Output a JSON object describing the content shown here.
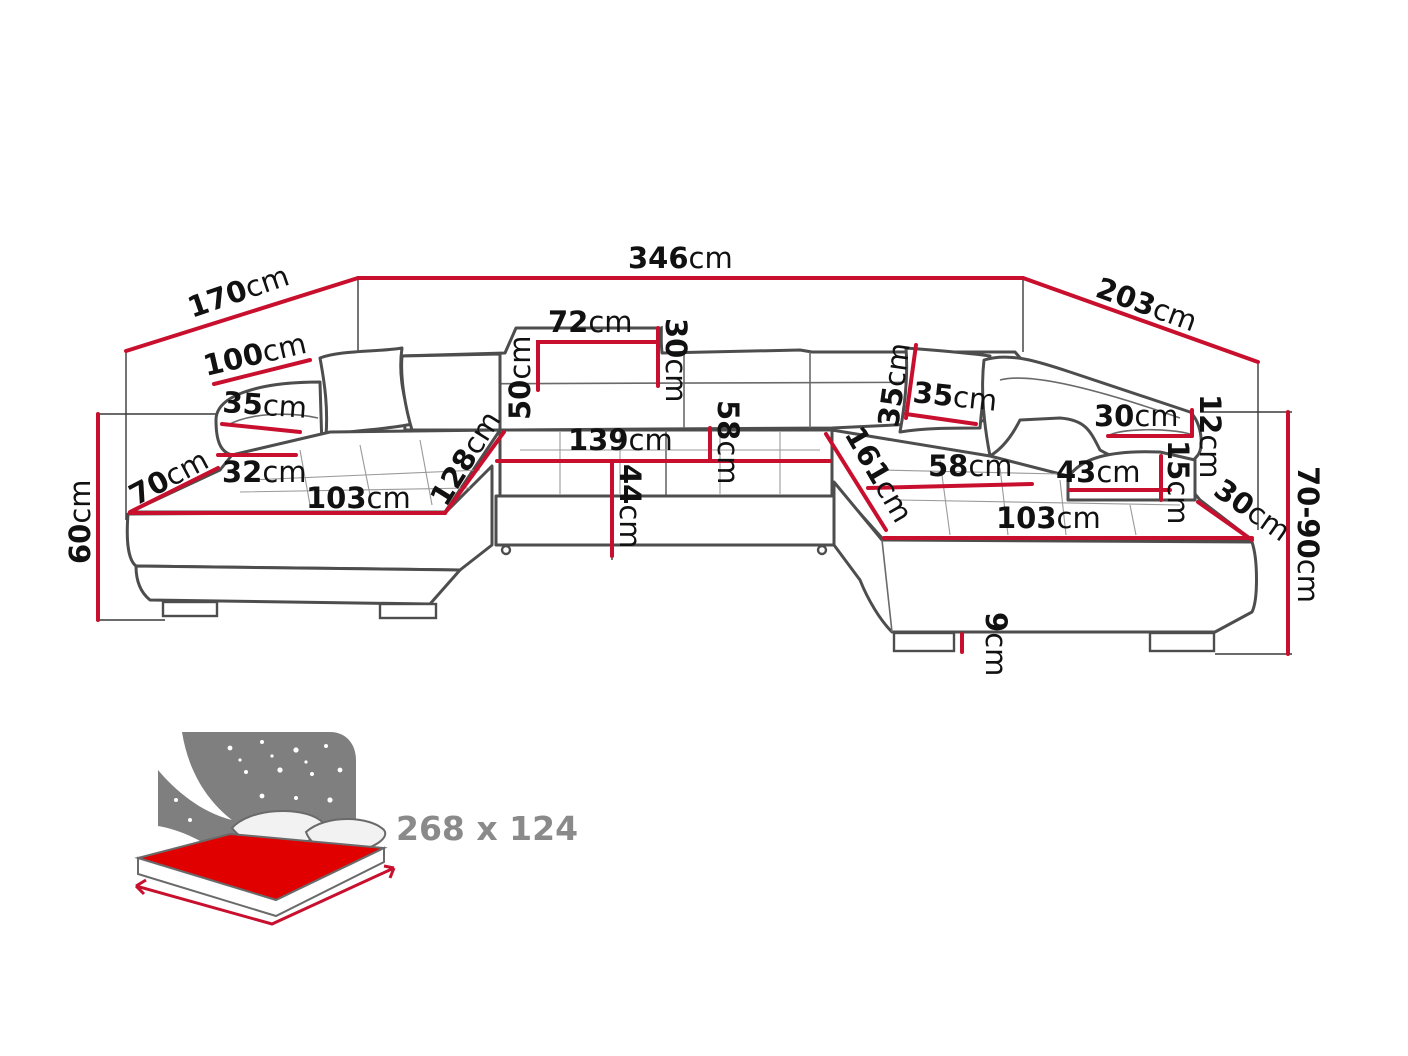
{
  "colors": {
    "dimension": "#c8102e",
    "outline": "#4d4d4d",
    "label": "#111111",
    "night_panel": "#7f7f7f",
    "mattress": "#e00000",
    "bed_text": "#8a8a8a"
  },
  "dimensions": {
    "overall_width": {
      "value": "346",
      "unit": "cm"
    },
    "left_depth": {
      "value": "170",
      "unit": "cm"
    },
    "right_depth": {
      "value": "203",
      "unit": "cm"
    },
    "left_armrest_length": {
      "value": "100",
      "unit": "cm"
    },
    "left_armrest_top": {
      "value": "35",
      "unit": "cm"
    },
    "left_armrest_width": {
      "value": "32",
      "unit": "cm"
    },
    "left_chaise_width": {
      "value": "70",
      "unit": "cm"
    },
    "left_seat_depth": {
      "value": "103",
      "unit": "cm"
    },
    "left_seat_diagonal": {
      "value": "128",
      "unit": "cm"
    },
    "left_height": {
      "value": "60",
      "unit": "cm"
    },
    "headrest_width": {
      "value": "72",
      "unit": "cm"
    },
    "headrest_height": {
      "value": "30",
      "unit": "cm"
    },
    "backrest_height": {
      "value": "50",
      "unit": "cm"
    },
    "middle_width": {
      "value": "139",
      "unit": "cm"
    },
    "middle_depth": {
      "value": "58",
      "unit": "cm"
    },
    "seat_height": {
      "value": "44",
      "unit": "cm"
    },
    "right_seat_diagonal": {
      "value": "161",
      "unit": "cm"
    },
    "right_cushion_height": {
      "value": "35",
      "unit": "cm"
    },
    "right_cushion_width": {
      "value": "35",
      "unit": "cm"
    },
    "right_seat_width": {
      "value": "58",
      "unit": "cm"
    },
    "right_armrest_top": {
      "value": "30",
      "unit": "cm"
    },
    "right_armrest_thickness": {
      "value": "12",
      "unit": "cm"
    },
    "right_armrest_inner": {
      "value": "43",
      "unit": "cm"
    },
    "right_armrest_height": {
      "value": "15",
      "unit": "cm"
    },
    "right_chaise_end": {
      "value": "30",
      "unit": "cm"
    },
    "right_seat_depth": {
      "value": "103",
      "unit": "cm"
    },
    "leg_height": {
      "value": "9",
      "unit": "cm"
    },
    "total_height": {
      "value": "70-90",
      "unit": "cm"
    }
  },
  "bed": {
    "size_label": "268 x 124",
    "icons": [
      "night-sky-icon",
      "pillow-icon",
      "mattress-icon",
      "double-arrow-icon"
    ]
  }
}
